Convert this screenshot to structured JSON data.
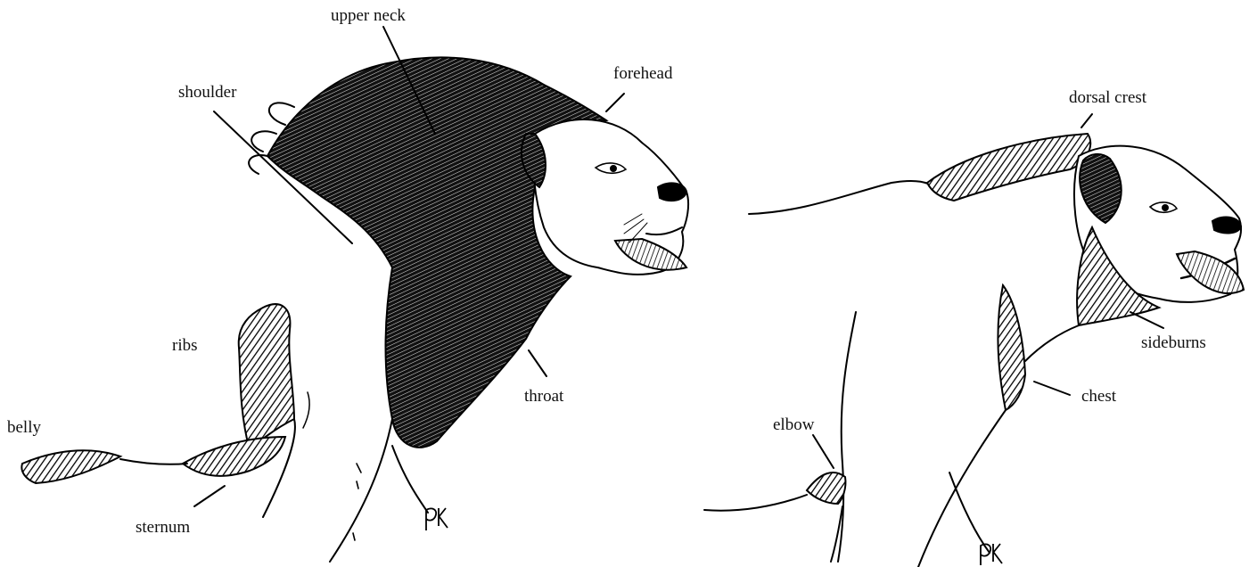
{
  "left_figure": {
    "labels": {
      "upper_neck": "upper neck",
      "forehead": "forehead",
      "shoulder": "shoulder",
      "ribs": "ribs",
      "belly": "belly",
      "throat": "throat",
      "sternum": "sternum"
    }
  },
  "right_figure": {
    "labels": {
      "dorsal_crest": "dorsal crest",
      "sideburns": "sideburns",
      "chest": "chest",
      "elbow": "elbow"
    }
  },
  "signature": "PK"
}
